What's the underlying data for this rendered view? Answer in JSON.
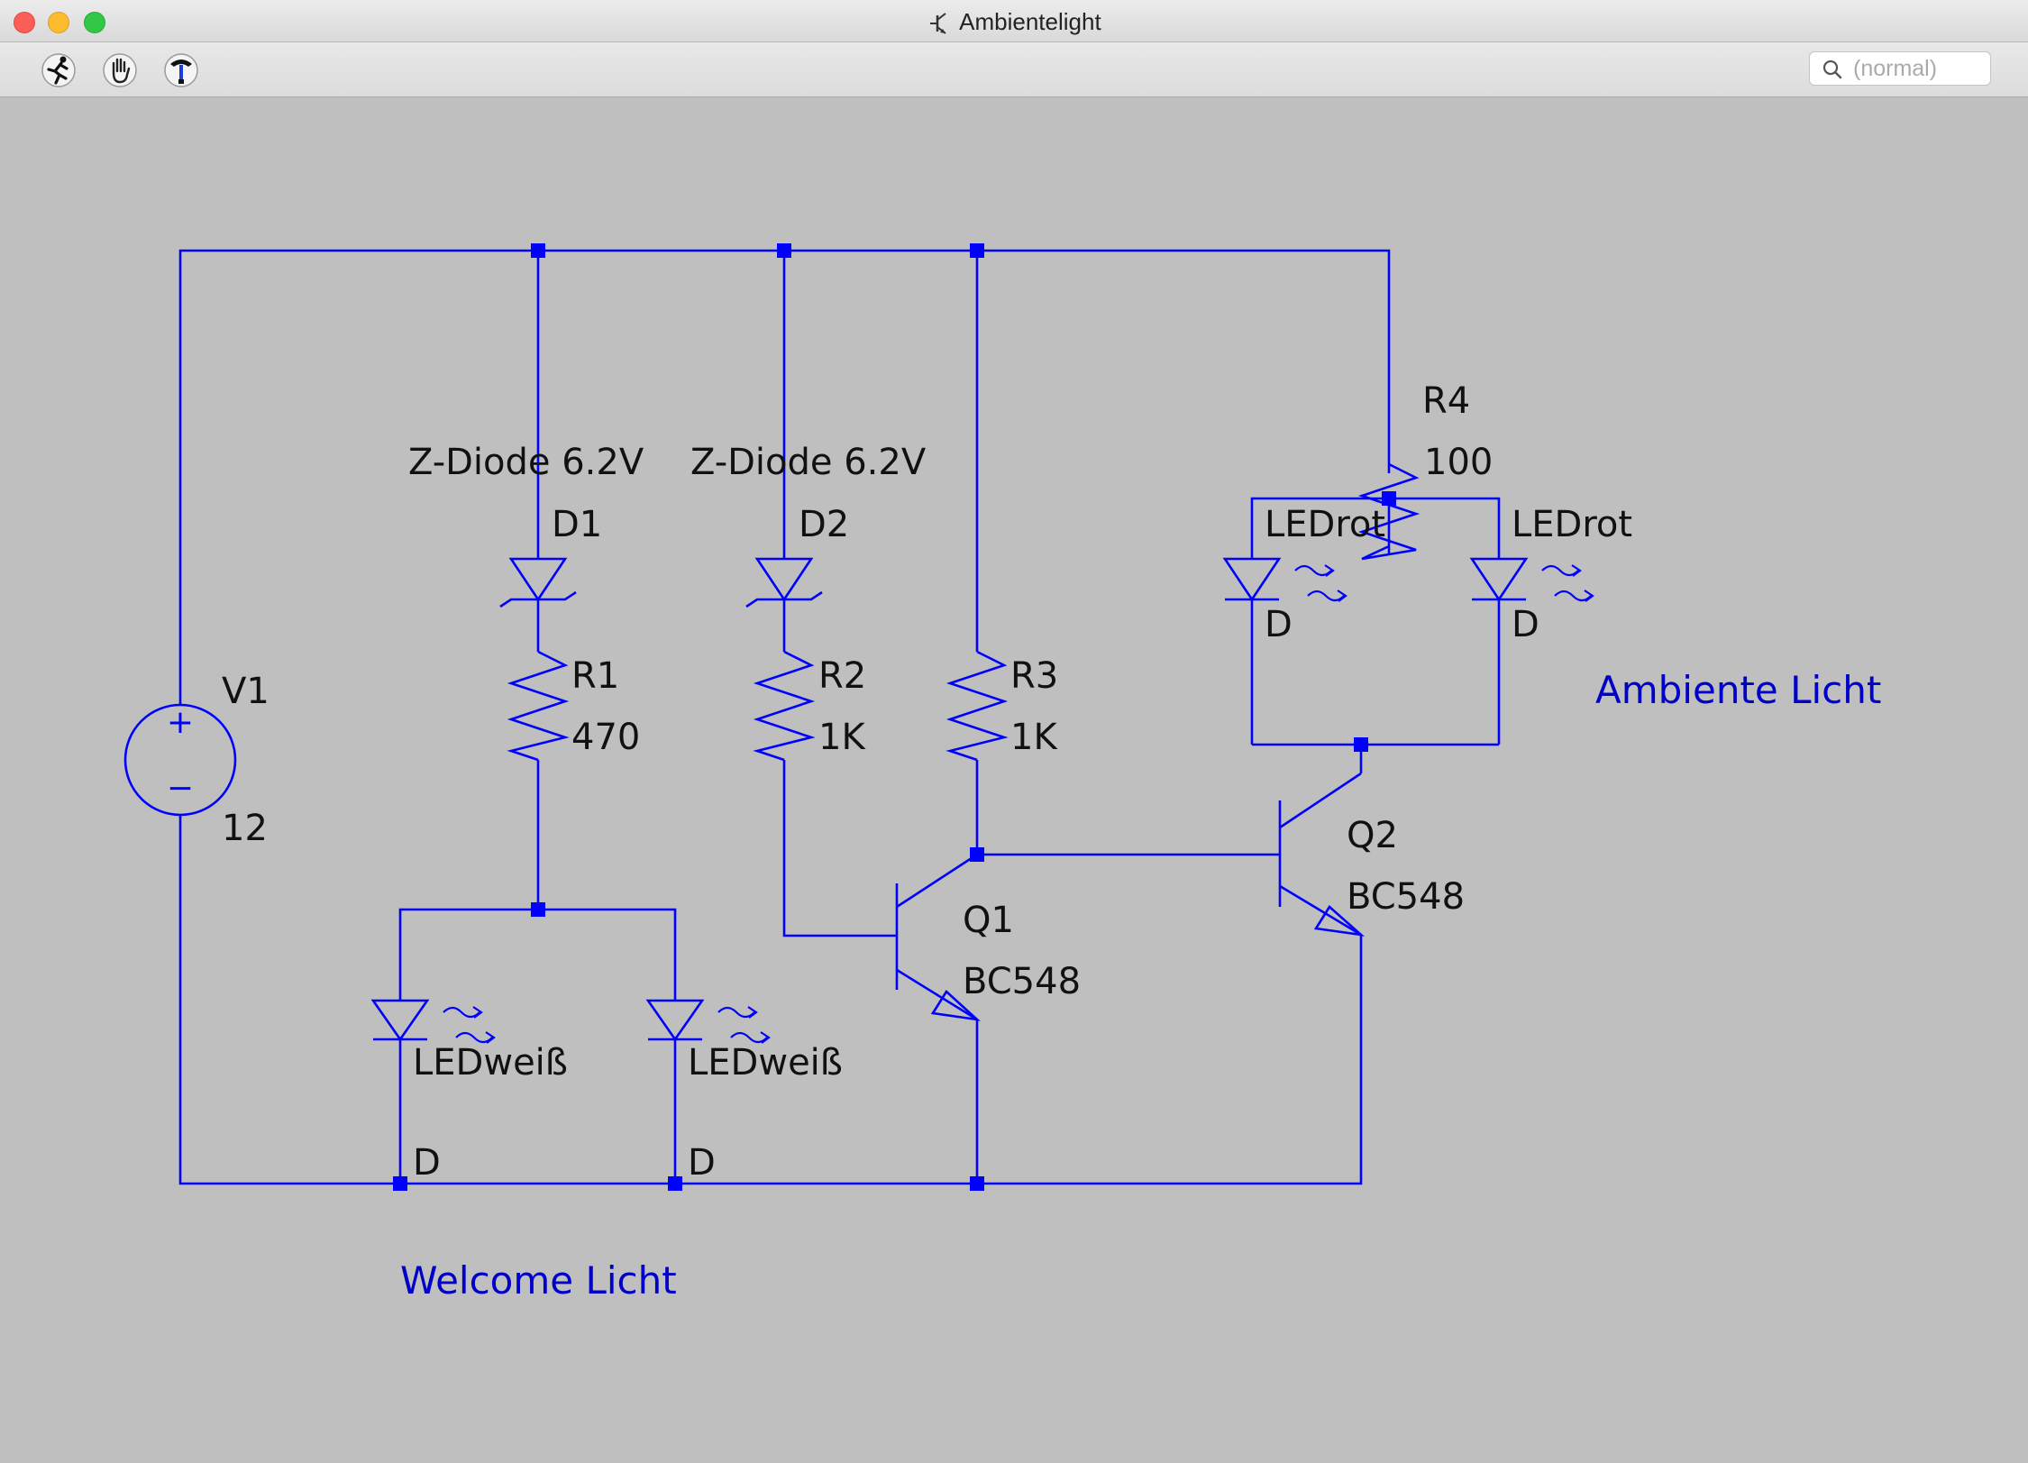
{
  "window": {
    "title": "Ambientelight",
    "title_icon": "transistor-icon"
  },
  "toolbar": {
    "tools": [
      {
        "name": "run-icon"
      },
      {
        "name": "halt-hand-icon"
      },
      {
        "name": "probe-hammer-icon"
      }
    ],
    "search": {
      "placeholder": "(normal)"
    }
  },
  "colors": {
    "wire": "#0000ff",
    "canvas_bg": "#bfbfbf",
    "comment_text": "#0000c8",
    "label_text": "#111111"
  },
  "schematic": {
    "v1": {
      "name": "V1",
      "value": "12",
      "plus": "+",
      "minus": "−"
    },
    "d1": {
      "model": "Z-Diode 6.2V",
      "name": "D1"
    },
    "d2": {
      "model": "Z-Diode 6.2V",
      "name": "D2"
    },
    "r1": {
      "name": "R1",
      "value": "470"
    },
    "r2": {
      "name": "R2",
      "value": "1K"
    },
    "r3": {
      "name": "R3",
      "value": "1K"
    },
    "r4": {
      "name": "R4",
      "value": "100"
    },
    "q1": {
      "name": "Q1",
      "model": "BC548"
    },
    "q2": {
      "name": "Q2",
      "model": "BC548"
    },
    "led_w1": {
      "name": "LEDweiß",
      "type": "D"
    },
    "led_w2": {
      "name": "LEDweiß",
      "type": "D"
    },
    "led_r1": {
      "name": "LEDrot",
      "type": "D"
    },
    "led_r2": {
      "name": "LEDrot",
      "type": "D"
    },
    "comment_welcome": "Welcome Licht",
    "comment_ambient": "Ambiente Licht"
  }
}
